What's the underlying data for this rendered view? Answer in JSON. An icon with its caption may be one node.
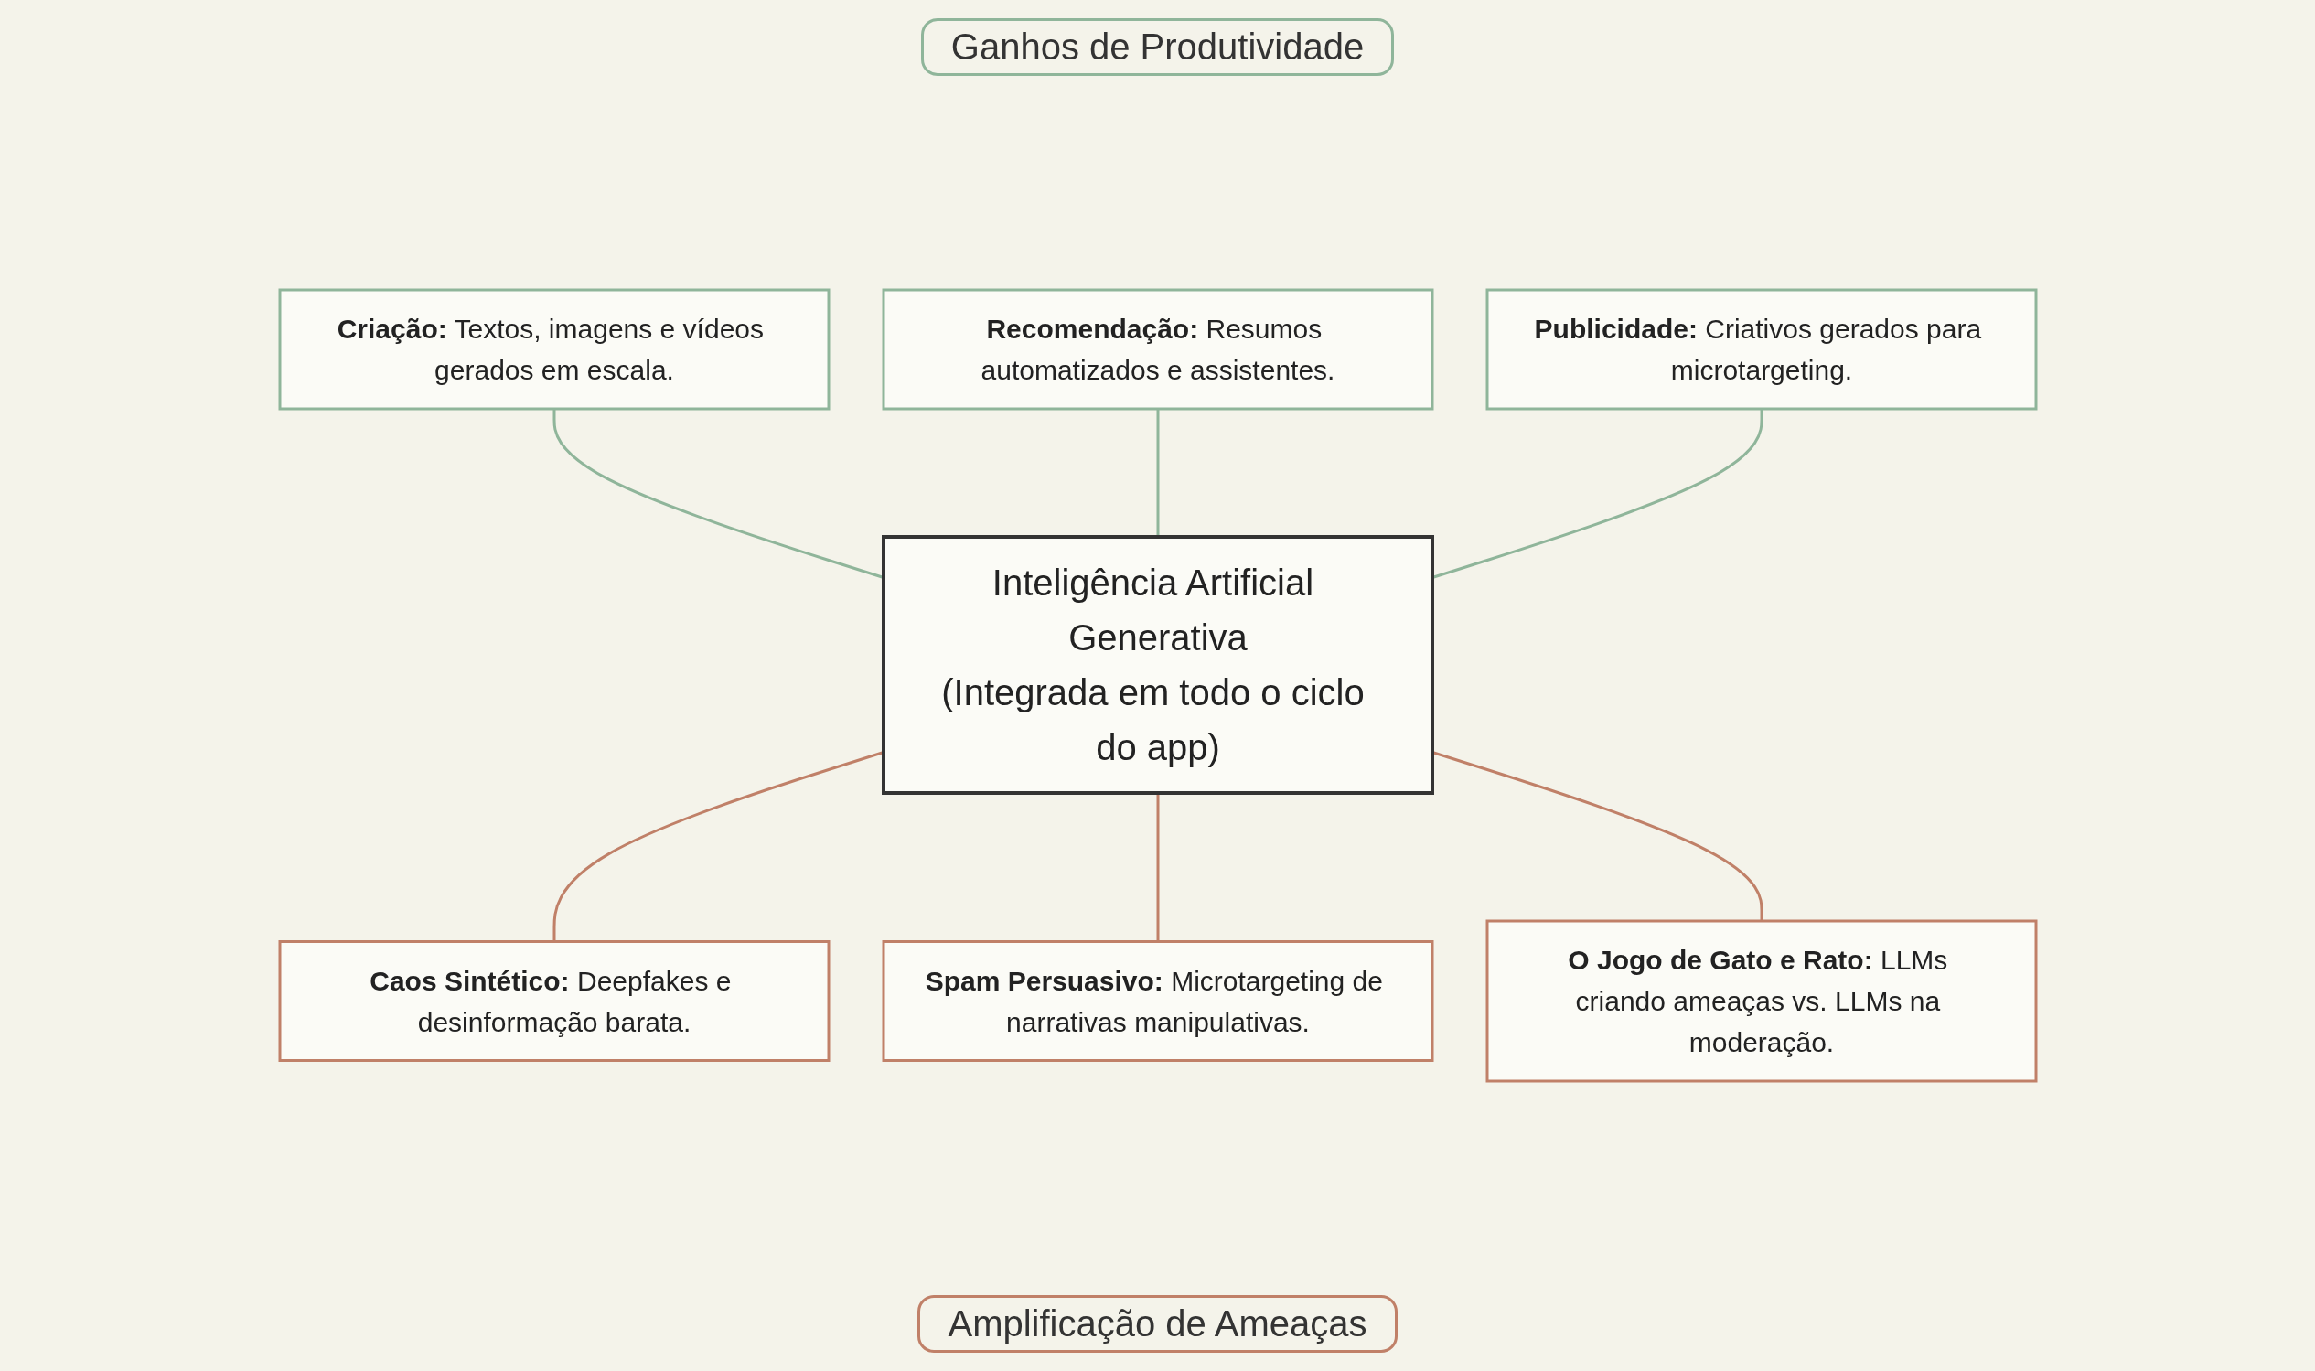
{
  "diagram": {
    "nodes": [
      {
        "text": [
          "**Criação:** Textos, imagens e vídeos gerados em escala."
        ]
      },
      {
        "text": [
          "**Recomendação:** Resumos automatizados e assistentes."
        ]
      },
      {
        "text": [
          "**Publicidade:** Criativos gerados para microtargeting."
        ]
      },
      {
        "text": [
          "Inteligência Artificial Generativa",
          "(Integrada em todo o ciclo do app)"
        ]
      },
      {
        "text": [
          "**Caos Sintético:** Deepfakes e desinformação barata."
        ]
      },
      {
        "text": [
          "**Spam Persuasivo:** Microtargeting de narrativas manipulativas."
        ]
      },
      {
        "text": [
          "**O Jogo de Gato e Rato:** LLMs criando ameaças vs. LLMs na moderação."
        ]
      }
    ],
    "edges": [
      {
        "from": 0,
        "to": 3,
        "arrow": "none",
        "color": "#8fb59a"
      },
      {
        "from": 1,
        "to": 3,
        "arrow": "none",
        "color": "#8fb59a"
      },
      {
        "from": 2,
        "to": 3,
        "arrow": "none",
        "color": "#8fb59a"
      },
      {
        "from": 3,
        "to": 4,
        "arrow": "none",
        "color": "#c08068"
      },
      {
        "from": 3,
        "to": 5,
        "arrow": "none",
        "color": "#c08068"
      },
      {
        "from": 3,
        "to": 6,
        "arrow": "none",
        "color": "#c08068"
      }
    ],
    "labels": [
      "Ganhos de Produtividade",
      "Amplificação de Ameaças"
    ]
  }
}
